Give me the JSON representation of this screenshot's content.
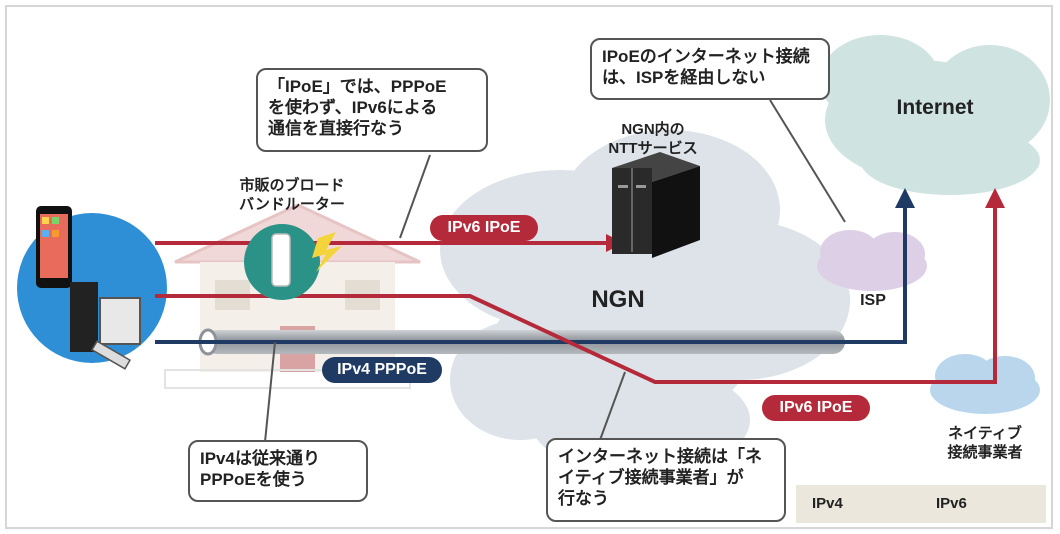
{
  "callouts": {
    "ipoe": [
      "「IPoE」では、PPPoE",
      "を使わず、IPv6による",
      "通信を直接行なう"
    ],
    "isp": [
      "IPoEのインターネット接続",
      "は、ISPを経由しない"
    ],
    "ipv4": [
      "IPv4は従来通り",
      "PPPoEを使う"
    ],
    "native": [
      "インターネット接続は「ネ",
      "イティブ接続事業者」が",
      "行なう"
    ]
  },
  "labels": {
    "router": "市販のブロード\nバンドルーター",
    "ntt": "NGN内の\nNTTサービス",
    "ngn": "NGN",
    "internet": "Internet",
    "isp": "ISP",
    "native": "ネイティブ\n接続事業者"
  },
  "pills": {
    "ipv6_top": "IPv6 IPoE",
    "ipv4": "IPv4 PPPoE",
    "ipv6_bottom": "IPv6 IPoE"
  },
  "legend": {
    "ipv4": "IPv4",
    "ipv6": "IPv6"
  },
  "colors": {
    "ipv6": "#b52a3a",
    "ipv4": "#1f3a63",
    "ngn_cloud": "#dde3e8",
    "internet_cloud": "#cfe4e0"
  }
}
